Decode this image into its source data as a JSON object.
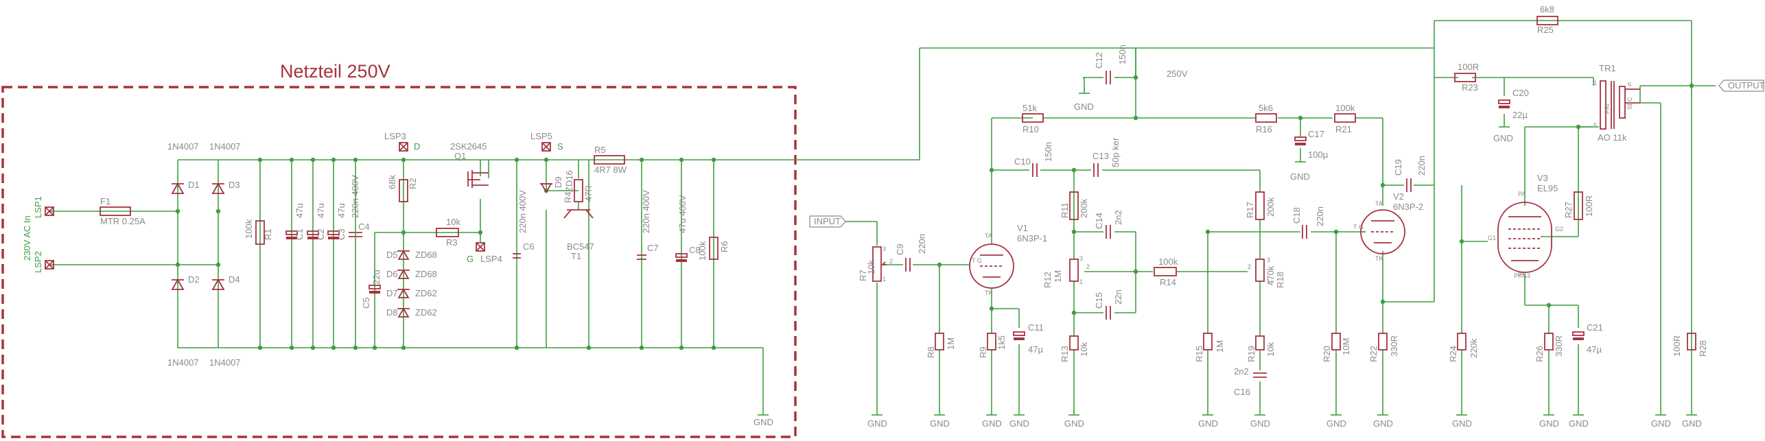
{
  "title": "Netzteil 250V",
  "net_labels": {
    "b250": "250V"
  },
  "ports": {
    "input": "INPUT",
    "output": "OUTPUT"
  },
  "gnd": "GND",
  "input_conn": "230V AC In",
  "connectors": {
    "lsp1": "LSP1",
    "lsp2": "LSP2",
    "lsp3": "LSP3",
    "lsp4": "LSP4",
    "lsp5": "LSP5"
  },
  "pin_letters": {
    "d": "D",
    "g": "G",
    "s": "S"
  },
  "fuse": {
    "name": "F1",
    "value": "MTR 0.25A"
  },
  "diodes": {
    "d1": "D1",
    "d2": "D2",
    "d3": "D3",
    "d4": "D4",
    "d5": "D5",
    "d6": "D6",
    "d7": "D7",
    "d8": "D8",
    "d9": "D9",
    "rect": "1N4007",
    "z68": "ZD68",
    "z62": "ZD62",
    "zd16": "ZD16"
  },
  "resistors": {
    "r1": {
      "name": "R1",
      "value": "100k"
    },
    "r2": {
      "name": "R2",
      "value": "68k"
    },
    "r3": {
      "name": "R3",
      "value": "10k"
    },
    "r4": {
      "name": "R4",
      "value": "47R"
    },
    "r5": {
      "name": "R5",
      "value": "4R7 8W"
    },
    "r6": {
      "name": "R6",
      "value": "100k"
    },
    "r7": {
      "name": "R7",
      "value": "10k"
    },
    "r8": {
      "name": "R8",
      "value": "1M"
    },
    "r9": {
      "name": "R9",
      "value": "1k5"
    },
    "r10": {
      "name": "R10",
      "value": "51k"
    },
    "r11": {
      "name": "R11",
      "value": "200k"
    },
    "r12": {
      "name": "R12",
      "value": "1M"
    },
    "r13": {
      "name": "R13",
      "value": "10k"
    },
    "r14": {
      "name": "R14",
      "value": "100k"
    },
    "r15": {
      "name": "R15",
      "value": "1M"
    },
    "r16": {
      "name": "R16",
      "value": "5k6"
    },
    "r17": {
      "name": "R17",
      "value": "200k"
    },
    "r18": {
      "name": "R18",
      "value": "470k"
    },
    "r19": {
      "name": "R19",
      "value": "10k"
    },
    "r20": {
      "name": "R20",
      "value": "10M"
    },
    "r21": {
      "name": "R21",
      "value": "100k"
    },
    "r22": {
      "name": "R22",
      "value": "330R"
    },
    "r23": {
      "name": "R23",
      "value": "100R"
    },
    "r24": {
      "name": "R24",
      "value": "220k"
    },
    "r25": {
      "name": "R25",
      "value": "6k8"
    },
    "r26": {
      "name": "R26",
      "value": "330R"
    },
    "r27": {
      "name": "R27",
      "value": "100R"
    },
    "r28": {
      "name": "R28",
      "value": "100R"
    }
  },
  "caps": {
    "c1": {
      "name": "C1",
      "value": "47u"
    },
    "c2": {
      "name": "C2",
      "value": "47u"
    },
    "c3": {
      "name": "C3",
      "value": "47u"
    },
    "c4": {
      "name": "C4",
      "value": "220n 400V"
    },
    "c5": {
      "name": "C5",
      "value": "22u"
    },
    "c6": {
      "name": "C6",
      "value": "220n 400V"
    },
    "c7": {
      "name": "C7",
      "value": "220n 400V"
    },
    "c8": {
      "name": "C8",
      "value": "47u 400V"
    },
    "c9": {
      "name": "C9",
      "value": "220n"
    },
    "c10": {
      "name": "C10",
      "value": "150n"
    },
    "c11": {
      "name": "C11",
      "value": "47µ"
    },
    "c12": {
      "name": "C12",
      "value": "150n"
    },
    "c13": {
      "name": "C13",
      "value": "50p ker"
    },
    "c14": {
      "name": "C14",
      "value": "2n2"
    },
    "c15": {
      "name": "C15",
      "value": "22n"
    },
    "c16": {
      "name": "C16",
      "value": "2n2"
    },
    "c17": {
      "name": "C17",
      "value": "100µ"
    },
    "c18": {
      "name": "C18",
      "value": "220n"
    },
    "c19": {
      "name": "C19",
      "value": "220n"
    },
    "c20": {
      "name": "C20",
      "value": "22µ"
    },
    "c21": {
      "name": "C21",
      "value": "47µ"
    }
  },
  "q1": {
    "name": "Q1",
    "value": "2SK2645"
  },
  "t1": {
    "name": "T1",
    "value": "BC547"
  },
  "tubes": {
    "v1": {
      "name": "V1",
      "type": "6N3P-1"
    },
    "v2": {
      "name": "V2",
      "type": "6N3P-2"
    },
    "v3": {
      "name": "V3",
      "type": "EL95"
    }
  },
  "tube_pins": {
    "ta": "TA",
    "tk": "TK",
    "tg": "T G",
    "pa": "PA",
    "pk": "PK",
    "g1": "G1",
    "g2": "G2",
    "pk_g3": "PKG3"
  },
  "pot_pins": {
    "p1": "1",
    "p2": "2",
    "p3": "3"
  },
  "tr1": {
    "name": "TR1",
    "value": "AO 11k",
    "pri": "PRI",
    "sec": "SEC",
    "p1": "1",
    "p5": "5",
    "p6": "6"
  }
}
